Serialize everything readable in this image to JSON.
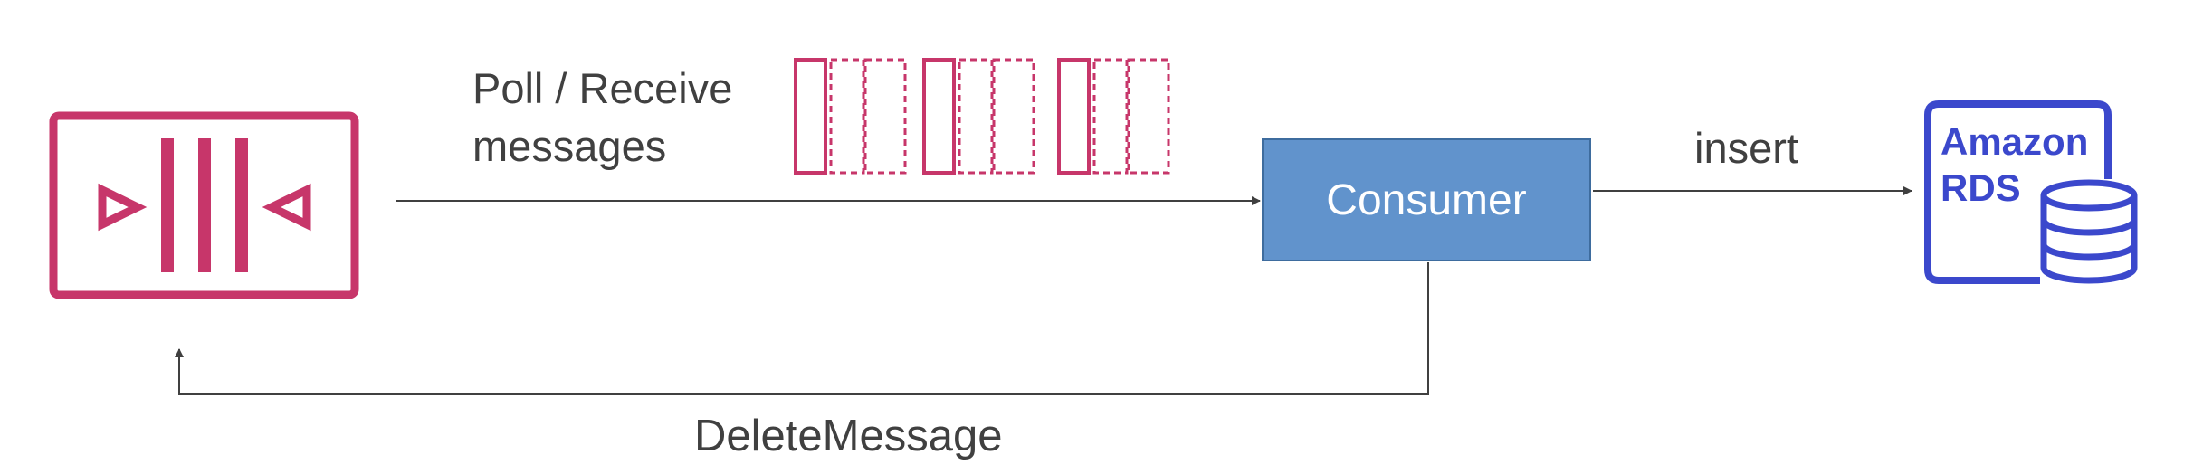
{
  "diagram": {
    "queue": {
      "icon": "sqs-queue-icon"
    },
    "messages": {
      "icon": "message-stack-icon",
      "groups": 3
    },
    "poll_label": [
      "Poll / Receive",
      "messages"
    ],
    "consumer_label": "Consumer",
    "insert_label": "insert",
    "delete_label": "DeleteMessage",
    "rds": {
      "line1": "Amazon",
      "line2": "RDS",
      "icon": "database-icon"
    },
    "colors": {
      "queue": "#c7366a",
      "consumer_fill": "#6193cc",
      "rds": "#3b48cc",
      "arrow": "#404040",
      "text": "#404040"
    }
  }
}
